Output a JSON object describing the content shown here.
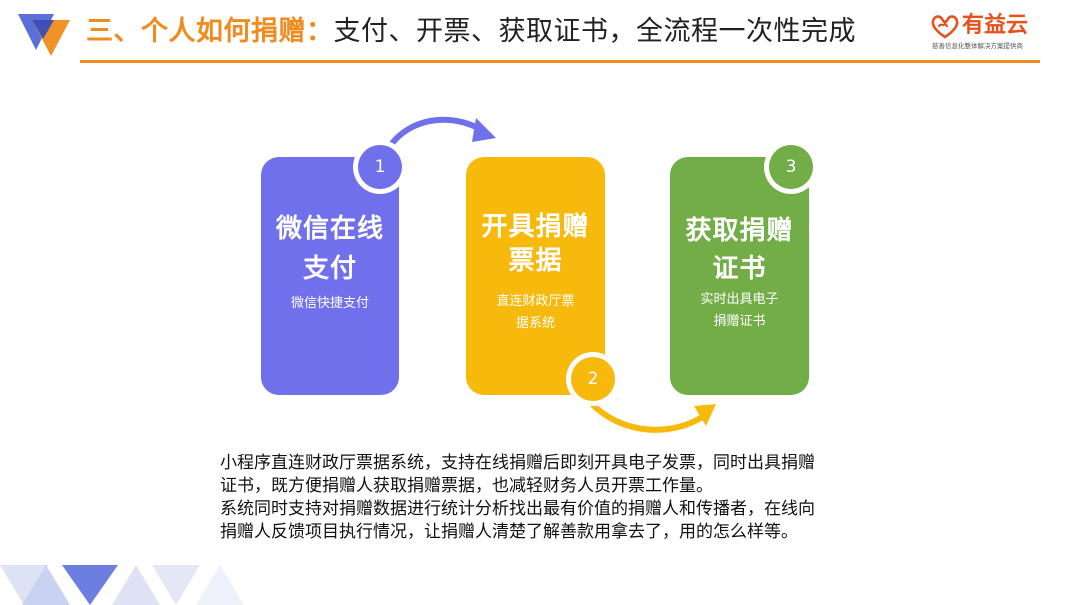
{
  "header": {
    "title_accent": "三、个人如何捐赠：",
    "title_rest": "支付、开票、获取证书，全流程一次性完成",
    "accent_color": "#f08c1e"
  },
  "brand": {
    "name": "有益云",
    "tagline": "慈善信息化整体解决方案提供商",
    "icon": "heart-cloud-icon",
    "color": "#e8501e"
  },
  "steps": [
    {
      "number": "1",
      "title_lines": [
        "微信在线",
        "支付"
      ],
      "desc_lines": [
        "微信快捷支付"
      ],
      "color": "#7170ec"
    },
    {
      "number": "2",
      "title_lines": [
        "开具捐赠",
        "票据"
      ],
      "desc_lines": [
        "直连财政厅票",
        "据系统"
      ],
      "color": "#f6b90c"
    },
    {
      "number": "3",
      "title_lines": [
        "获取捐赠",
        "证书"
      ],
      "desc_lines": [
        "实时出具电子",
        "捐赠证书"
      ],
      "color": "#72ad47"
    }
  ],
  "body": {
    "lines": [
      "小程序直连财政厅票据系统，支持在线捐赠后即刻开具电子发票，同时出具捐赠",
      "证书，既方便捐赠人获取捐赠票据，也减轻财务人员开票工作量。",
      "系统同时支持对捐赠数据进行统计分析找出最有价值的捐赠人和传播者，在线向",
      "捐赠人反馈项目执行情况，让捐赠人清楚了解善款用拿去了，用的怎么样等。"
    ]
  }
}
